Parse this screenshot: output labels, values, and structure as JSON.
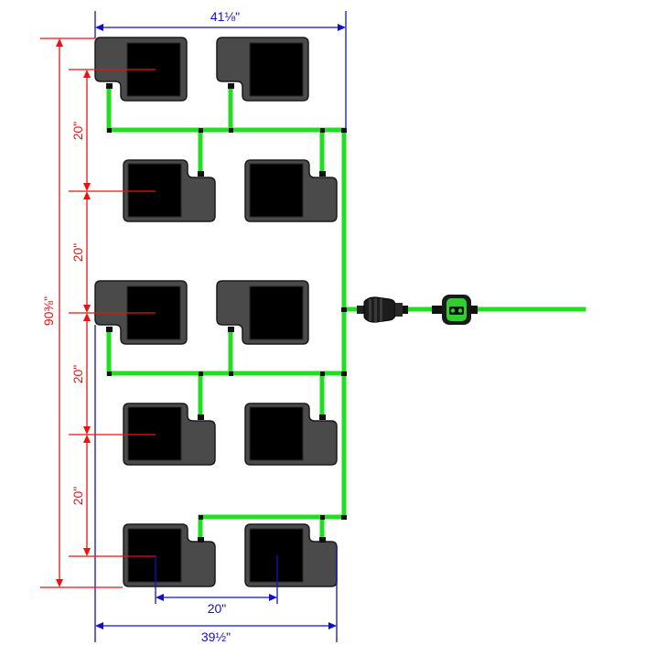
{
  "dimensions": {
    "top_width": "41⅛\"",
    "bottom_width": "39½\"",
    "bottom_spacing": "20\"",
    "total_height": "90⅜\"",
    "row_spacings": [
      "20\"",
      "20\"",
      "20\"",
      "20\""
    ]
  },
  "colors": {
    "pipe": "#22dd22",
    "pot_body": "#4a4a4a",
    "pot_opening": "#000000",
    "dimension_blue": "#1010cc",
    "dimension_red": "#ee1111"
  },
  "components": {
    "pots_count_label": "10",
    "filter_icon": "inline-filter-icon",
    "timer_icon": "water-timer-icon"
  }
}
